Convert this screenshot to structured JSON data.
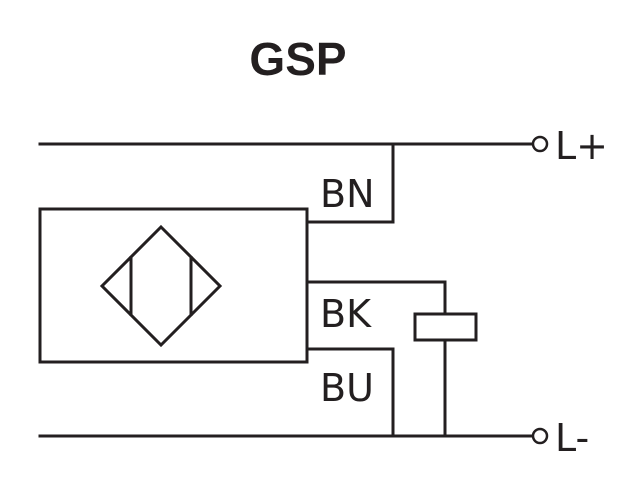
{
  "title": "GSP",
  "wires": {
    "brown": "BN",
    "black": "BK",
    "blue": "BU"
  },
  "terminals": {
    "positive": "L+",
    "negative": "L-"
  },
  "colors": {
    "line": "#231f20",
    "background": "#ffffff"
  },
  "icons": {
    "sensor_symbol": "inductive-sensor-diamond-icon",
    "load": "load-resistor-icon",
    "terminal": "open-circle-terminal-icon"
  }
}
